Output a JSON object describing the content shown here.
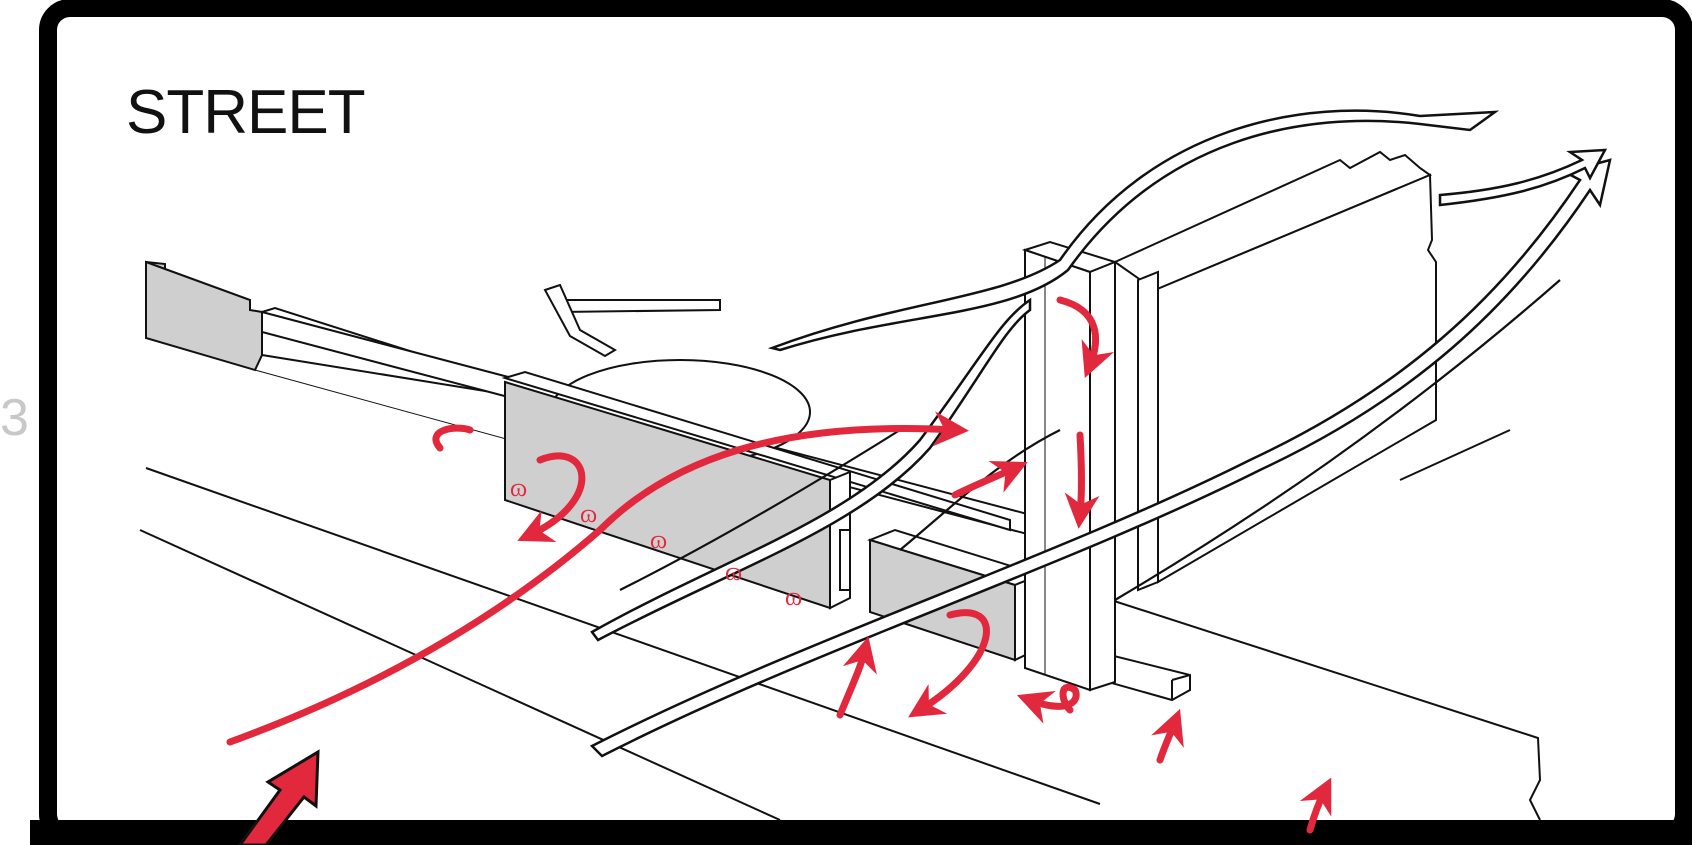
{
  "diagram": {
    "label": "STREET",
    "edge_glyph": "3",
    "colors": {
      "outline": "#111111",
      "wall_fill": "#cfcfcf",
      "wind_red": "#e2283c",
      "frame": "#000000",
      "background": "#ffffff"
    },
    "icons": {
      "wind_arrow": "black-outline-arrow",
      "airflow_arrow": "red-arrow"
    }
  }
}
